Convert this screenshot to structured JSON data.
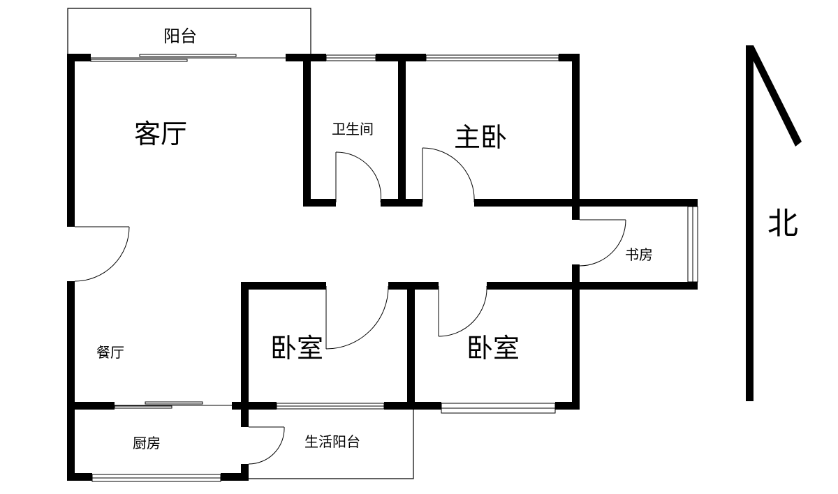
{
  "rooms": {
    "balcony": "阳台",
    "living_room": "客厅",
    "bathroom": "卫生间",
    "master_bedroom": "主卧",
    "study": "书房",
    "bedroom_1": "卧室",
    "bedroom_2": "卧室",
    "dining_room": "餐厅",
    "kitchen": "厨房",
    "utility_balcony": "生活阳台"
  },
  "compass": {
    "label": "北"
  },
  "colors": {
    "wall": "#000000",
    "background": "#ffffff"
  }
}
